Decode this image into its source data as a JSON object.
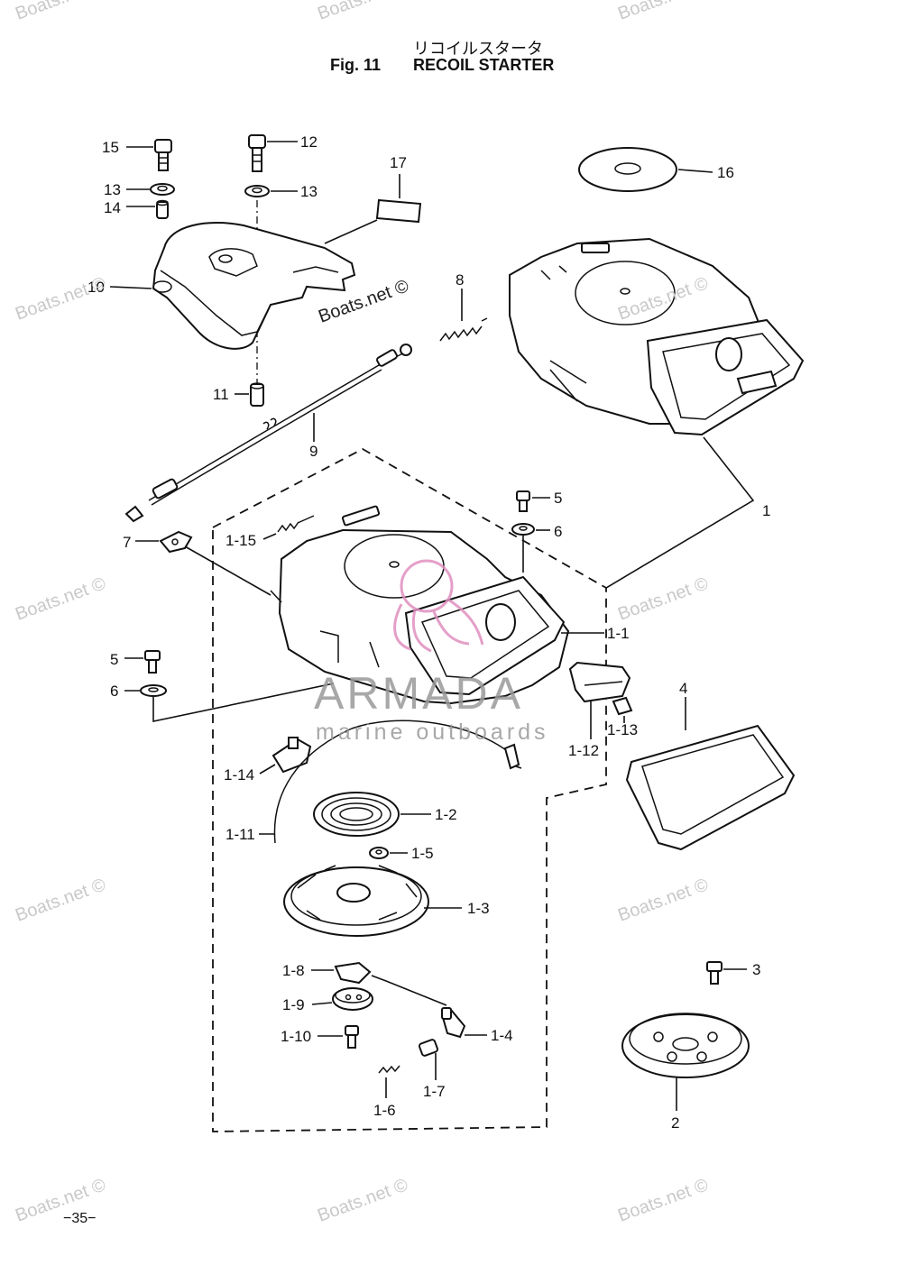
{
  "title": {
    "japanese": "リコイルスタータ",
    "figure": "Fig. 11",
    "name": "RECOIL STARTER"
  },
  "labels": {
    "p15": "15",
    "p12": "12",
    "p17": "17",
    "p16": "16",
    "p13a": "13",
    "p13b": "13",
    "p14": "14",
    "p10": "10",
    "p8": "8",
    "p11": "11",
    "p9": "9",
    "p1": "1",
    "p5a": "5",
    "p6a": "6",
    "p7": "7",
    "p1_15": "1-15",
    "p1_1": "1-1",
    "p5b": "5",
    "p6b": "6",
    "p4": "4",
    "p1_12": "1-12",
    "p1_13": "1-13",
    "p1_14": "1-14",
    "p1_2": "1-2",
    "p1_11": "1-11",
    "p1_5": "1-5",
    "p1_3": "1-3",
    "p1_8": "1-8",
    "p1_9": "1-9",
    "p1_10": "1-10",
    "p1_4": "1-4",
    "p3": "3",
    "p1_6": "1-6",
    "p1_7": "1-7",
    "p2": "2"
  },
  "watermarks": {
    "boats": "Boats.net ©",
    "armada_brand": "ARMADA",
    "armada_tagline": "marine outboards"
  },
  "page_number": "−35−"
}
